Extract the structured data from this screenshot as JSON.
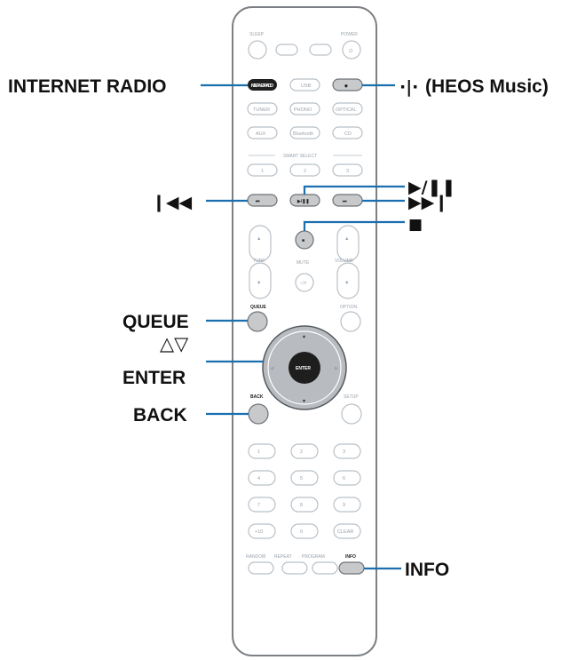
{
  "callouts": {
    "internet_radio": "INTERNET RADIO",
    "heos_music": "(HEOS Music)",
    "play_pause": "▶/❚❚",
    "skip_back": "❙◀◀",
    "skip_fwd": "▶▶❙",
    "stop": "■",
    "queue": "QUEUE",
    "up_down": "△▽",
    "enter": "ENTER",
    "back": "BACK",
    "info": "INFO"
  },
  "remote": {
    "sleep": "SLEEP",
    "power": "POWER",
    "power_symbol": "⏻",
    "internet_radio_btn": "INTERNET RADIO",
    "row1": [
      "USB",
      "HEOS"
    ],
    "row2": [
      "TUNER",
      "PHONO",
      "OPTICAL"
    ],
    "row3": [
      "AUX",
      "Bluetooth",
      "CD"
    ],
    "smart_select": "SMART SELECT",
    "smart": [
      "1",
      "2",
      "3"
    ],
    "transport": [
      "⏮",
      "▶/❚❚",
      "⏭"
    ],
    "stop_btn": "■",
    "tune": "TUNE",
    "mute": "MUTE",
    "volume": "VOLUME",
    "queue_btn": "QUEUE",
    "option": "OPTION",
    "enter_btn": "ENTER",
    "back_btn": "BACK",
    "setup": "SETUP",
    "numbers": [
      "1",
      "2",
      "3",
      "4",
      "5",
      "6",
      "7",
      "8",
      "9",
      "+10",
      "0",
      "CLEAR"
    ],
    "bottom_labels": [
      "RANDOM",
      "REPEAT",
      "PROGRAM",
      "INFO"
    ]
  }
}
